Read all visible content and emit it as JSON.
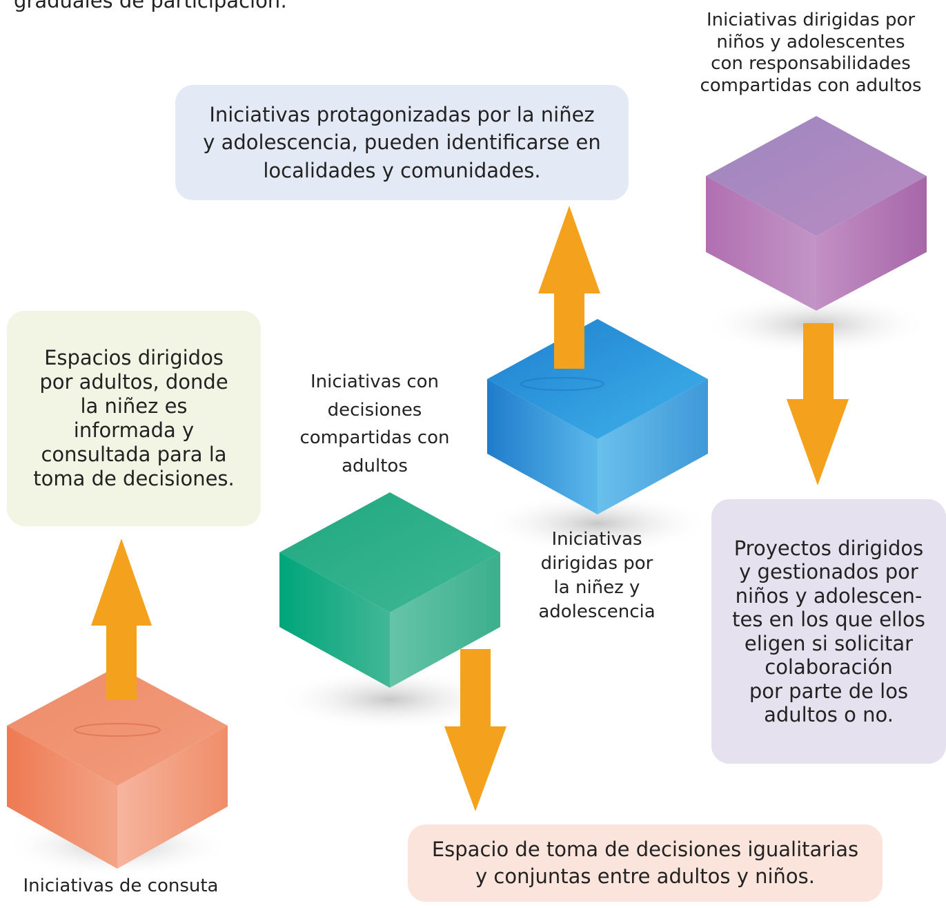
{
  "intro_text": "graduales de participación:",
  "colors": {
    "arrow": "#f4a11d",
    "orange_cube": "#ef8f6c",
    "green_cube": "#2db590",
    "blue_cube": "#3ba3e2",
    "purple_cube": "#b07ab8",
    "green_box": "#f2f4e4",
    "blue_box": "#e3e9f5",
    "purple_box": "#e5e1ee",
    "pink_box": "#fbe4dc"
  },
  "boxes": {
    "top_center": "Iniciativas protagonizadas por la niñez\ny adolescencia, pueden identificarse en\nlocalidades y comunidades.",
    "left": "Espacios dirigidos\npor adultos, donde\nla niñez es\ninformada y\nconsultada para la\ntoma de decisiones.",
    "right": "Proyectos dirigidos\ny gestionados por\nniños y adolescen-\ntes en los que ellos\neligen si solicitar\ncolaboración\npor parte de los\nadultos o no.",
    "bottom": "Espacio de toma de decisiones igualitarias\ny conjuntas entre adultos y niños."
  },
  "labels": {
    "purple_cube": "Iniciativas dirigidas por\nniños y adolescentes\ncon responsabilidades\ncompartidas con adultos",
    "green_cube": "Iniciativas con\ndecisiones\ncompartidas con\nadultos",
    "blue_cube": "Iniciativas\ndirigidas por\nla niñez y\nadolescencia",
    "orange_cube": "Iniciativas de consuta"
  }
}
